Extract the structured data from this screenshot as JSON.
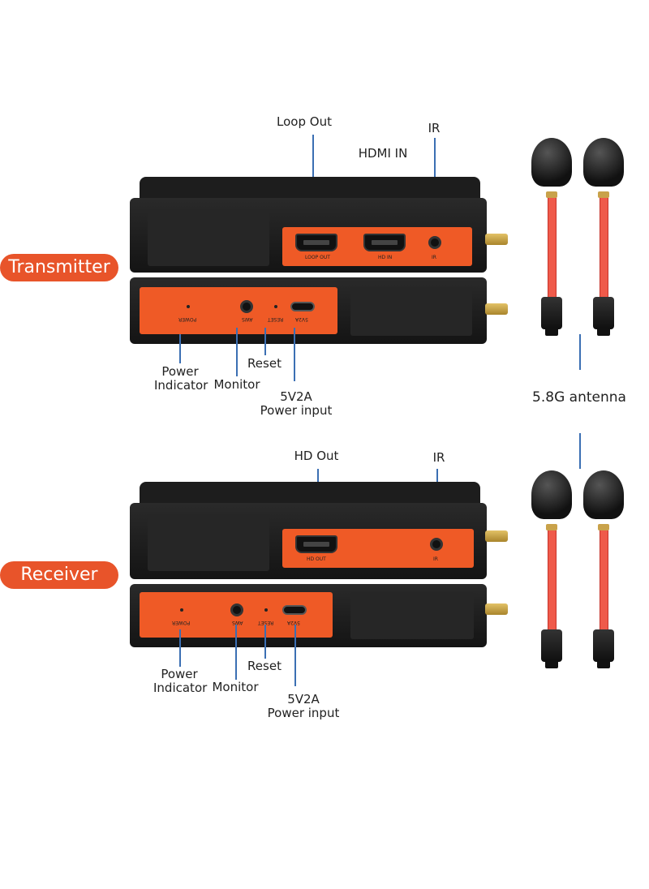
{
  "sections": {
    "transmitter": {
      "title": "Transmitter",
      "top_callouts": {
        "loop_out": "Loop Out",
        "hdmi_in": "HDMI IN",
        "ir": "IR"
      },
      "panel_top_labels": {
        "loop_out": "LOOP OUT",
        "hd_in": "HD IN",
        "ir": "IR"
      },
      "panel_bottom_labels": {
        "power": "POWER",
        "aws": "AWS",
        "reset": "RESET",
        "5v2a": "5V2A"
      },
      "bottom_callouts": {
        "power_indicator": [
          "Power",
          "Indicator"
        ],
        "monitor": "Monitor",
        "reset": "Reset",
        "power_input": [
          "5V2A",
          "Power input"
        ]
      }
    },
    "receiver": {
      "title": "Receiver",
      "top_callouts": {
        "hd_out": "HD Out",
        "ir": "IR"
      },
      "panel_top_labels": {
        "hd_out": "HD OUT",
        "ir": "IR"
      },
      "panel_bottom_labels": {
        "power": "POWER",
        "aws": "AWS",
        "reset": "RESET",
        "5v2a": "5V2A"
      },
      "bottom_callouts": {
        "power_indicator": [
          "Power",
          "Indicator"
        ],
        "monitor": "Monitor",
        "reset": "Reset",
        "power_input": [
          "5V2A",
          "Power input"
        ]
      }
    }
  },
  "antenna_label": "5.8G antenna",
  "colors": {
    "accent_orange": "#e8542a",
    "panel_orange": "#ef5a26",
    "leader_blue": "#3b6fb3",
    "device_black": "#1b1b1b",
    "antenna_red": "#ef5a4a",
    "connector_gold": "#c9a24a"
  },
  "icons": {
    "hdmi_port": "hdmi-port-icon",
    "audio_jack": "audio-jack-icon",
    "usb_c_port": "usb-c-port-icon",
    "antenna": "antenna-icon"
  }
}
